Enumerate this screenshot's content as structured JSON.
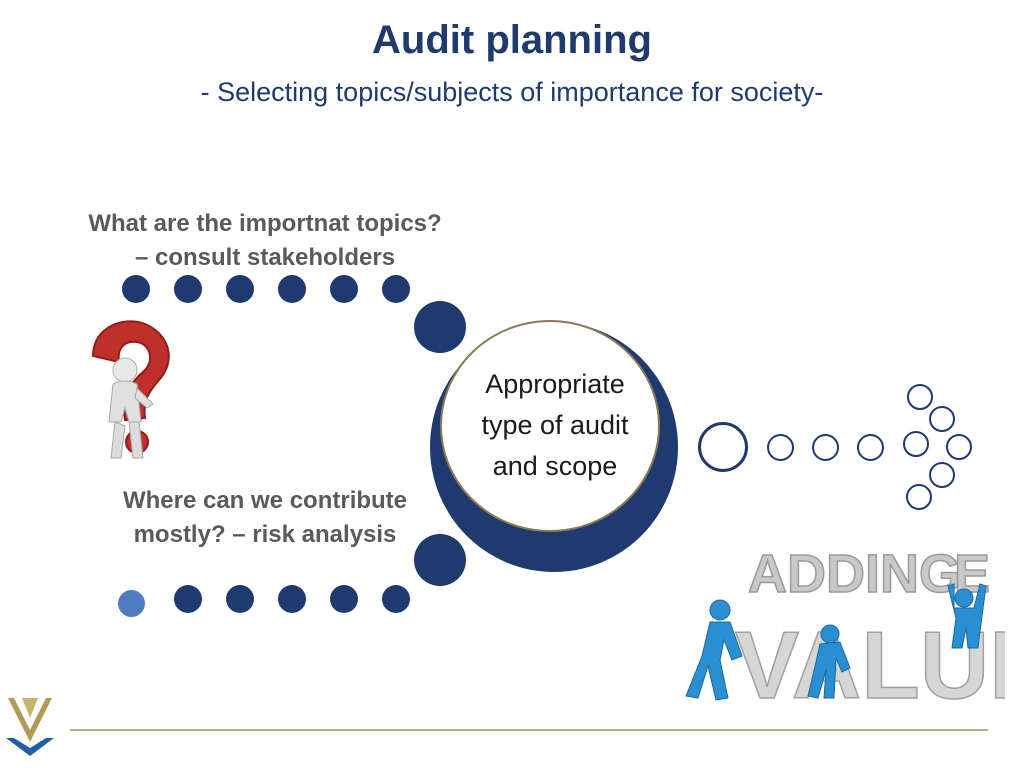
{
  "slide": {
    "title": "Audit planning",
    "subtitle": "- Selecting topics/subjects of importance for society-"
  },
  "diagram": {
    "top_question": [
      "What are the importnat topics?",
      "– consult stakeholders"
    ],
    "bottom_question": [
      "Where can we contribute",
      "mostly? – risk analysis"
    ],
    "center_label": [
      "Appropriate",
      "type of audit",
      "and scope"
    ]
  },
  "illustrations": {
    "question_figure": "question-mark-person-icon",
    "value_image_text": [
      "ADDING",
      "VALUE"
    ]
  },
  "colors": {
    "navy": "#1f3a6e",
    "light_blue": "#4f7cc0",
    "gold": "#b5ad84",
    "red": "#c0302a",
    "figure_blue": "#2a8fd0"
  }
}
